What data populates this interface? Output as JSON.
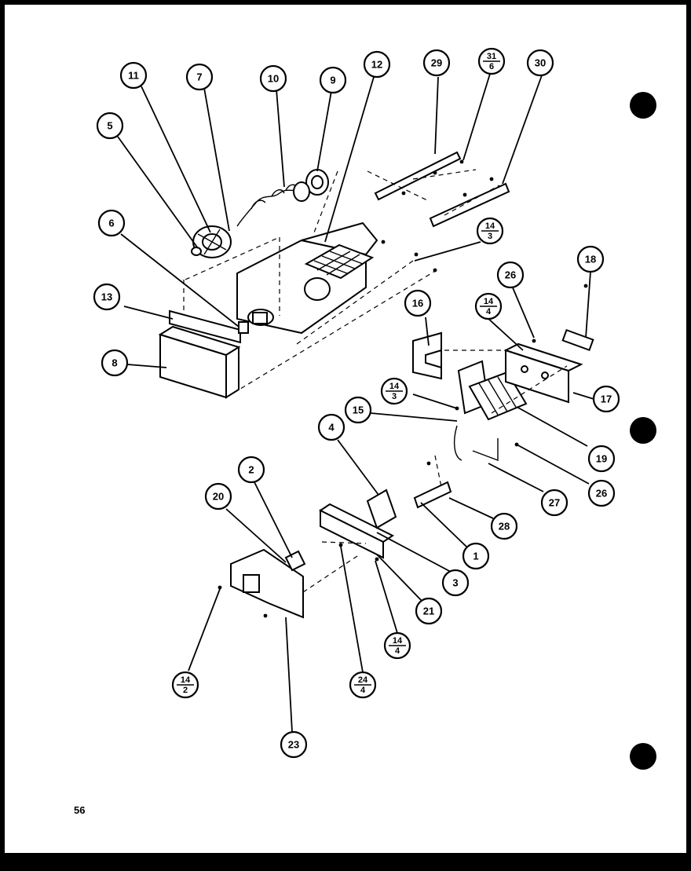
{
  "page_number": "56",
  "callouts": [
    {
      "label": "11"
    },
    {
      "label": "7"
    },
    {
      "label": "10"
    },
    {
      "label": "9"
    },
    {
      "label": "12"
    },
    {
      "label": "29"
    },
    {
      "num": "31",
      "den": "6"
    },
    {
      "label": "30"
    },
    {
      "label": "5"
    },
    {
      "label": "6"
    },
    {
      "num": "14",
      "den": "3"
    },
    {
      "label": "13"
    },
    {
      "label": "8"
    },
    {
      "label": "16"
    },
    {
      "label": "26"
    },
    {
      "label": "18"
    },
    {
      "num": "14",
      "den": "4"
    },
    {
      "label": "17"
    },
    {
      "num": "14",
      "den": "3"
    },
    {
      "label": "15"
    },
    {
      "label": "19"
    },
    {
      "label": "26"
    },
    {
      "label": "4"
    },
    {
      "label": "27"
    },
    {
      "label": "28"
    },
    {
      "label": "2"
    },
    {
      "label": "20"
    },
    {
      "label": "1"
    },
    {
      "label": "3"
    },
    {
      "label": "21"
    },
    {
      "num": "14",
      "den": "4"
    },
    {
      "num": "24",
      "den": "4"
    },
    {
      "num": "14",
      "den": "2"
    },
    {
      "label": "23"
    }
  ]
}
